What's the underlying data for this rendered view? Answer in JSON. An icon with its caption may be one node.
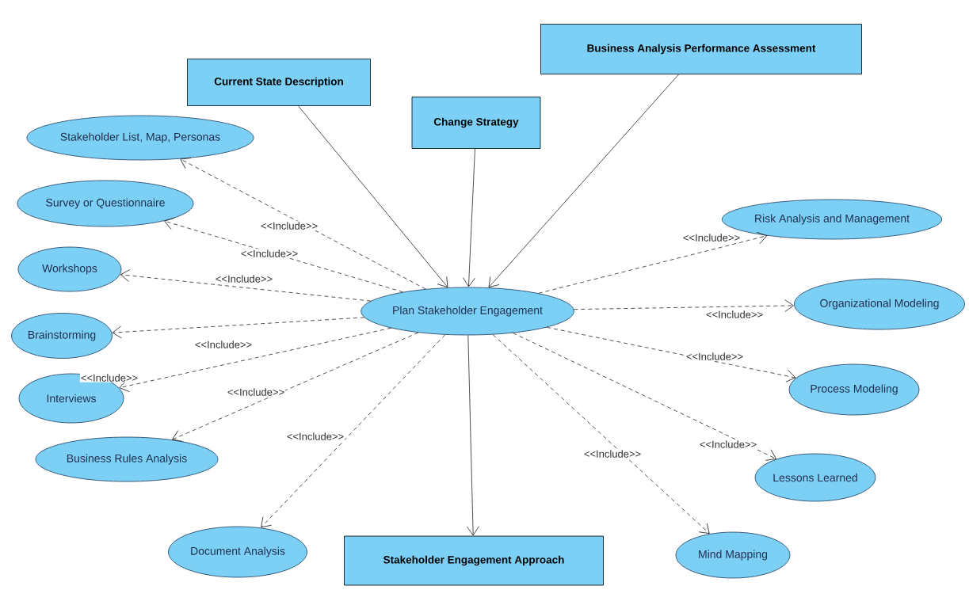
{
  "diagram": {
    "nodes": [
      {
        "text": [
          "Current State Description"
        ]
      },
      {
        "text": [
          "Business Analysis Performance Assessment"
        ]
      },
      {
        "text": [
          "Change Strategy"
        ]
      },
      {
        "text": [
          "Stakeholder List, Map, Personas"
        ]
      },
      {
        "text": [
          "Survey or Questionnaire"
        ]
      },
      {
        "text": [
          "Risk Analysis and Management"
        ]
      },
      {
        "text": [
          "Workshops"
        ]
      },
      {
        "text": [
          "Plan Stakeholder Engagement"
        ]
      },
      {
        "text": [
          "Organizational Modeling"
        ]
      },
      {
        "text": [
          "Brainstorming"
        ]
      },
      {
        "text": [
          "Process Modeling"
        ]
      },
      {
        "text": [
          "Interviews"
        ]
      },
      {
        "text": [
          "Business Rules Analysis"
        ]
      },
      {
        "text": [
          "Lessons Learned"
        ]
      },
      {
        "text": [
          "Document Analysis"
        ]
      },
      {
        "text": [
          "Stakeholder Engagement Approach"
        ]
      },
      {
        "text": [
          "Mind Mapping"
        ]
      }
    ],
    "edges": [
      {
        "from": 0,
        "to": 7,
        "arrow": "to"
      },
      {
        "from": 2,
        "to": 7,
        "arrow": "to"
      },
      {
        "from": 1,
        "to": 7,
        "arrow": "to"
      },
      {
        "from": 7,
        "to": 15,
        "arrow": "to"
      },
      {
        "from": 7,
        "to": 3,
        "arrow": "to",
        "style": "dashed",
        "label": "<<Include>>"
      },
      {
        "from": 7,
        "to": 4,
        "arrow": "to",
        "style": "dashed",
        "label": "<<Include>>"
      },
      {
        "from": 7,
        "to": 6,
        "arrow": "to",
        "style": "dashed",
        "label": "<<Include>>"
      },
      {
        "from": 7,
        "to": 9,
        "arrow": "to",
        "style": "dashed",
        "label": "<<Include>>"
      },
      {
        "from": 7,
        "to": 11,
        "arrow": "to",
        "style": "dashed",
        "label": "<<Include>>"
      },
      {
        "from": 7,
        "to": 12,
        "arrow": "to",
        "style": "dashed",
        "label": "<<Include>>"
      },
      {
        "from": 7,
        "to": 14,
        "arrow": "to",
        "style": "dashed",
        "label": "<<Include>>"
      },
      {
        "from": 7,
        "to": 5,
        "arrow": "to",
        "style": "dashed",
        "label": "<<Include>>"
      },
      {
        "from": 7,
        "to": 8,
        "arrow": "to",
        "style": "dashed",
        "label": "<<Include>>"
      },
      {
        "from": 7,
        "to": 10,
        "arrow": "to",
        "style": "dashed",
        "label": "<<Include>>"
      },
      {
        "from": 7,
        "to": 13,
        "arrow": "to",
        "style": "dashed",
        "label": "<<Include>>"
      },
      {
        "from": 7,
        "to": 16,
        "arrow": "to",
        "style": "dashed",
        "label": "<<Include>>"
      }
    ]
  }
}
